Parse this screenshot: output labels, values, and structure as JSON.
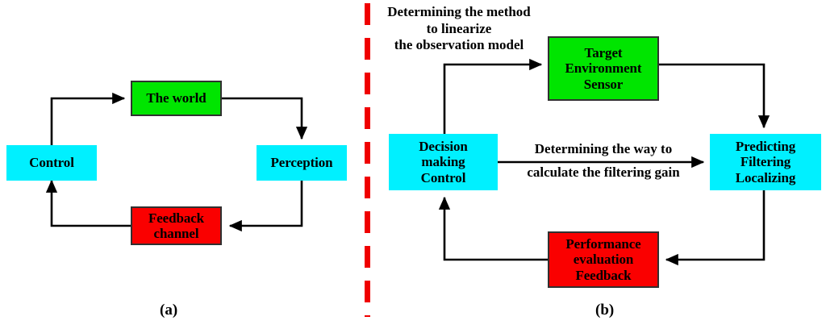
{
  "figure": {
    "background": "#ffffff",
    "divider_color": "#f00000",
    "colors": {
      "green": "#00e500",
      "red": "#fa0000",
      "cyan": "#00f0ff",
      "stroke": "#000000",
      "box_border": "#303030"
    }
  },
  "panel_a": {
    "caption": "(a)",
    "nodes": {
      "the_world": {
        "lines": [
          "The world"
        ],
        "fill": "green"
      },
      "control": {
        "lines": [
          "Control"
        ],
        "fill": "cyan"
      },
      "perception": {
        "lines": [
          "Perception"
        ],
        "fill": "cyan"
      },
      "feedback_channel": {
        "lines": [
          "Feedback",
          "channel"
        ],
        "fill": "red"
      }
    },
    "edges": [
      {
        "from": "control",
        "to": "the_world"
      },
      {
        "from": "the_world",
        "to": "perception"
      },
      {
        "from": "perception",
        "to": "feedback_channel"
      },
      {
        "from": "feedback_channel",
        "to": "control"
      }
    ]
  },
  "panel_b": {
    "caption": "(b)",
    "nodes": {
      "target_environment_sensor": {
        "lines": [
          "Target",
          "Environment",
          "Sensor"
        ],
        "fill": "green"
      },
      "decision_making_control": {
        "lines": [
          "Decision",
          "making",
          "Control"
        ],
        "fill": "cyan"
      },
      "predicting_filtering_localizing": {
        "lines": [
          "Predicting",
          "Filtering",
          "Localizing"
        ],
        "fill": "cyan"
      },
      "performance_evaluation_feedback": {
        "lines": [
          "Performance",
          "evaluation",
          "Feedback"
        ],
        "fill": "red"
      }
    },
    "edge_labels": {
      "linearize": [
        "Determining the method",
        "to linearize",
        "the observation model"
      ],
      "filtering_gain": [
        "Determining the way to",
        "calculate the filtering gain"
      ]
    },
    "edges": [
      {
        "from": "decision_making_control",
        "to": "target_environment_sensor",
        "label": "linearize"
      },
      {
        "from": "target_environment_sensor",
        "to": "predicting_filtering_localizing"
      },
      {
        "from": "decision_making_control",
        "to": "predicting_filtering_localizing",
        "label": "filtering_gain"
      },
      {
        "from": "predicting_filtering_localizing",
        "to": "performance_evaluation_feedback"
      },
      {
        "from": "performance_evaluation_feedback",
        "to": "decision_making_control"
      }
    ]
  }
}
